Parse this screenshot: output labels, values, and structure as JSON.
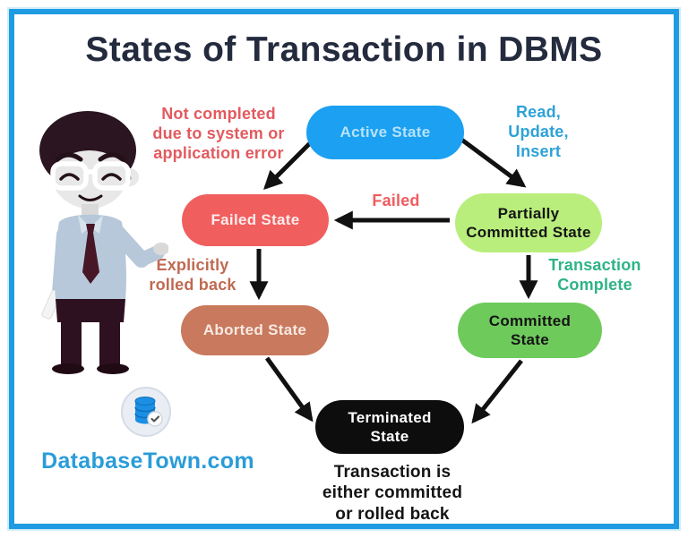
{
  "title": "States of Transaction in DBMS",
  "colors": {
    "frame_border": "#1f9ce1",
    "title_text": "#242b3e",
    "active_state": "#1ba0f2",
    "failed_state": "#f15e5e",
    "partially_committed_state": "#b9ee7c",
    "aborted_state": "#c9795d",
    "committed_state": "#6fca5c",
    "terminated_state": "#0d0d0d",
    "arrow": "#111111",
    "label_red": "#e25a5f",
    "label_blue": "#2ea2d8",
    "label_brown": "#c06a52",
    "label_green": "#2eb387",
    "brand_blue": "#2a9cd8"
  },
  "states": {
    "active": {
      "label": "Active State"
    },
    "failed": {
      "label": "Failed State"
    },
    "partially_committed": {
      "label": "Partially\nCommitted State"
    },
    "aborted": {
      "label": "Aborted State"
    },
    "committed": {
      "label": "Committed\nState"
    },
    "terminated": {
      "label": "Terminated\nState"
    }
  },
  "annotations": {
    "not_completed": "Not completed\ndue to system or\napplication error",
    "read_update_insert": "Read,\nUpdate,\nInsert",
    "failed": "Failed",
    "explicitly_rolled_back": "Explicitly\nrolled back",
    "transaction_complete": "Transaction\nComplete",
    "terminated_note": "Transaction is\neither committed\nor rolled back"
  },
  "transitions": [
    {
      "from": "active",
      "to": "failed",
      "label": "Not completed due to system or application error"
    },
    {
      "from": "active",
      "to": "partially_committed",
      "label": "Read, Update, Insert"
    },
    {
      "from": "partially_committed",
      "to": "failed",
      "label": "Failed"
    },
    {
      "from": "failed",
      "to": "aborted",
      "label": "Explicitly rolled back"
    },
    {
      "from": "partially_committed",
      "to": "committed",
      "label": "Transaction Complete"
    },
    {
      "from": "aborted",
      "to": "terminated",
      "label": ""
    },
    {
      "from": "committed",
      "to": "terminated",
      "label": ""
    }
  ],
  "footer": {
    "brand": "DatabaseTown.com",
    "logo_icon": "database-check-icon"
  }
}
